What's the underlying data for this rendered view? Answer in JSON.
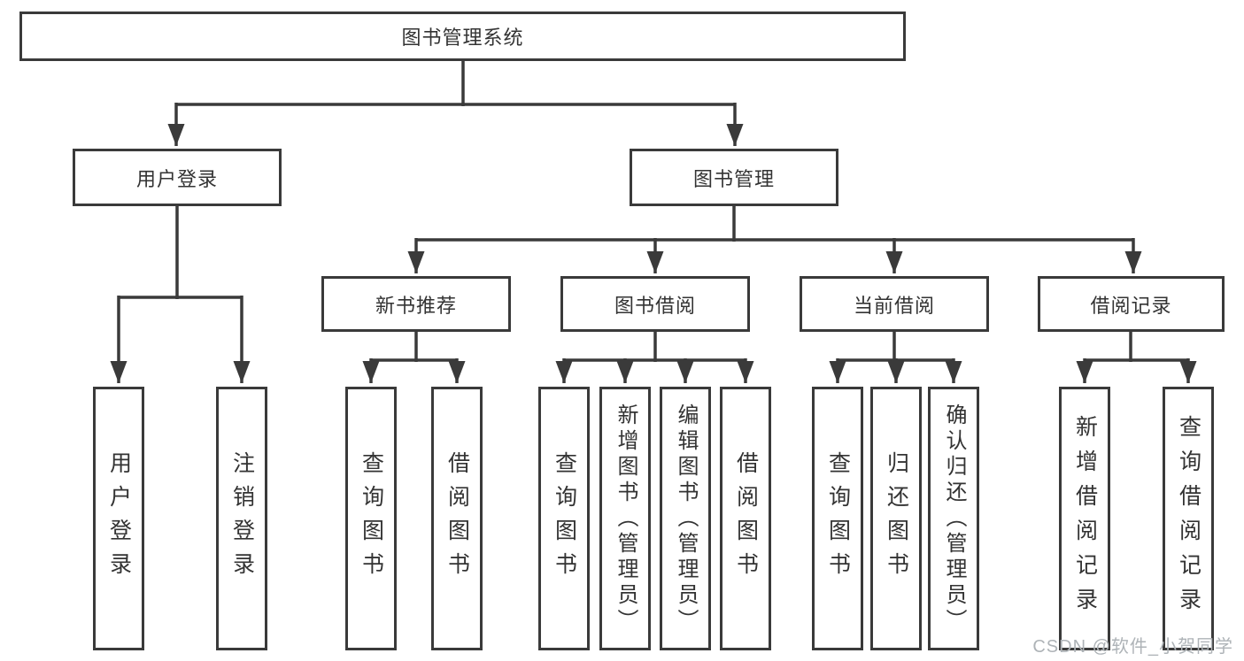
{
  "watermark": "CSDN @软件_小贺同学",
  "colors": {
    "line": "#3a3a3a",
    "box_border": "#3a3a3a",
    "box_background": "#ffffff",
    "text": "#333333",
    "watermark": "#aeb3b7"
  },
  "tree": {
    "root": {
      "label": "图书管理系统",
      "children": [
        {
          "label": "用户登录",
          "children": [
            {
              "label": "用户登录"
            },
            {
              "label": "注销登录"
            }
          ]
        },
        {
          "label": "图书管理",
          "children": [
            {
              "label": "新书推荐",
              "children": [
                {
                  "label": "查询图书"
                },
                {
                  "label": "借阅图书"
                }
              ]
            },
            {
              "label": "图书借阅",
              "children": [
                {
                  "label": "查询图书"
                },
                {
                  "label": "新增图书（管理员）"
                },
                {
                  "label": "编辑图书（管理员）"
                },
                {
                  "label": "借阅图书"
                }
              ]
            },
            {
              "label": "当前借阅",
              "children": [
                {
                  "label": "查询图书"
                },
                {
                  "label": "归还图书"
                },
                {
                  "label": "确认归还（管理员）"
                }
              ]
            },
            {
              "label": "借阅记录",
              "children": [
                {
                  "label": "新增借阅记录"
                },
                {
                  "label": "查询借阅记录"
                }
              ]
            }
          ]
        }
      ]
    }
  }
}
